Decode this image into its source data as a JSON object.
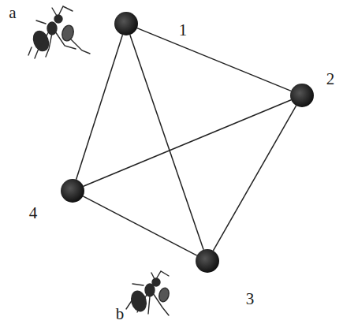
{
  "diagram": {
    "nodes": [
      {
        "text": [
          "1"
        ]
      },
      {
        "text": [
          "2"
        ]
      },
      {
        "text": [
          "4"
        ]
      },
      {
        "text": [
          "3"
        ]
      }
    ],
    "edges": [
      {
        "from": 0,
        "to": 1,
        "arrow": "none"
      },
      {
        "from": 0,
        "to": 2,
        "arrow": "none"
      },
      {
        "from": 0,
        "to": 3,
        "arrow": "none"
      },
      {
        "from": 1,
        "to": 2,
        "arrow": "none"
      },
      {
        "from": 1,
        "to": 3,
        "arrow": "none"
      },
      {
        "from": 2,
        "to": 3,
        "arrow": "none"
      }
    ],
    "labels": [
      "a",
      "b"
    ]
  }
}
